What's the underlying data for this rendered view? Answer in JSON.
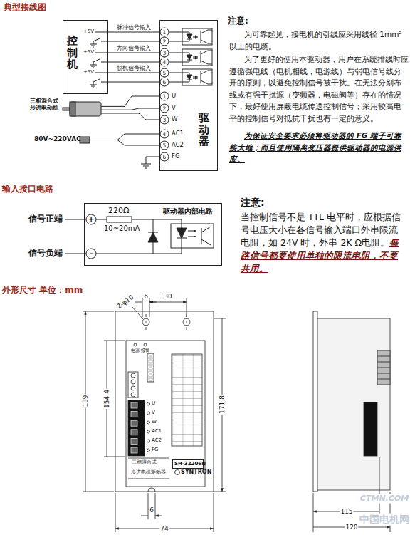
{
  "diagram": {
    "nodes": [
      {
        "text": [
          "控制机"
        ]
      },
      {
        "text": [
          "驱动器"
        ]
      },
      {
        "text": [
          "三相混合式 步进电动机"
        ]
      },
      {
        "text": [
          "驱动器内部电路"
        ]
      },
      {
        "text": [
          "SH-32206N"
        ]
      }
    ],
    "edges": [
      {
        "from": 0,
        "to": 1,
        "arrow": "none",
        "label": "脉冲信号输入"
      },
      {
        "from": 0,
        "to": 1,
        "arrow": "none"
      },
      {
        "from": 0,
        "to": 1,
        "arrow": "none",
        "label": "方向信号输入"
      },
      {
        "from": 0,
        "to": 1,
        "arrow": "none"
      },
      {
        "from": 0,
        "to": 1,
        "arrow": "none",
        "label": "脱机信号输入"
      },
      {
        "from": 0,
        "to": 1,
        "arrow": "none"
      },
      {
        "from": 2,
        "to": 1,
        "arrow": "none"
      },
      {
        "from": 2,
        "to": 1,
        "arrow": "none"
      },
      {
        "from": 2,
        "to": 1,
        "arrow": "none"
      }
    ],
    "labels": [
      "典型接线图",
      "+5V",
      "+5V",
      "+5V",
      "1",
      "2",
      "3",
      "4",
      "5",
      "6",
      "1",
      "2",
      "3",
      "4",
      "5",
      "6",
      "U",
      "V",
      "W",
      "AC1",
      "AC2",
      "FG",
      "80V~220VAC",
      "注意:",
      "为可靠起见，接电机的引线应采用线径 1mm²以上的电缆。",
      "为了更好的使用本驱动器，用户在系统排线时应遵循强电线（电机相线，电源线）与弱电信号线分开的原则，以避免控制信号被干扰。在无法分别布线或有强干扰源（变频器，电磁阀等）存在的情况下，最好使用屏蔽电缆传送控制信号；采用较高电平的控制信号对抵抗干扰也有一定的意义。",
      "为保证安全要求必须将驱动器的 FG 端子可靠接大地；而且使用隔离变压器提供驱动器的电源供应。",
      "输入接口电路",
      "信号正端",
      "信号负端",
      "220Ω",
      "10~20mA",
      "+",
      "-",
      "注意:",
      "当控制信号不是 TTL 电平时，应根据信号电压大小在各信号输入端口外串限流电阻，如 24V 时，外串 2K Ω电阻。",
      "每路信号都要使用单独的限流电阻，不要共用。",
      "外形尺寸 单位：mm",
      "2-φ10",
      "6",
      "30",
      "189",
      "154.4",
      "171.8",
      "6",
      "74",
      "115",
      "120",
      "电源",
      "报警",
      "U",
      "V",
      "W",
      "AC1",
      "AC2",
      "FG",
      "三相混合式",
      "步进电机驱动器",
      "SYNTRON",
      "CTMN.COM",
      "中国电机网"
    ]
  }
}
